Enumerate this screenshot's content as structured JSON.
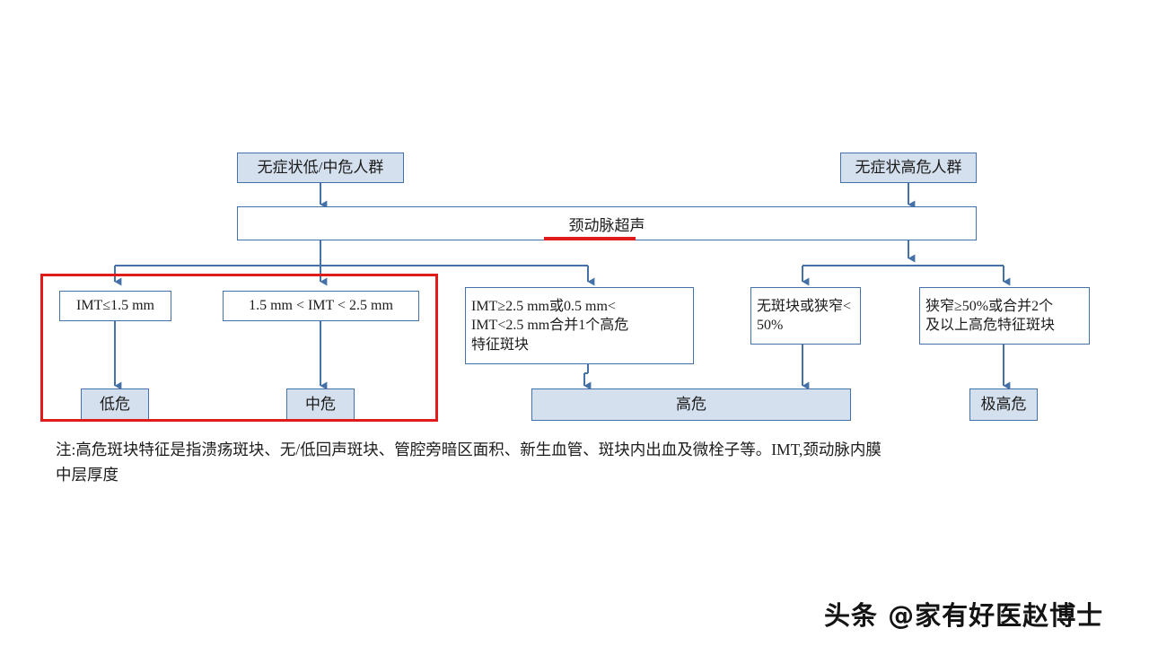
{
  "page": {
    "background_color": "#ffffff",
    "accent_blue": "#4472a8",
    "box_fill": "#d5e0ee",
    "highlight_red": "#e01b1b"
  },
  "flowchart": {
    "title_node_left": "无症状低/中危人群",
    "title_node_right": "无症状高危人群",
    "process_node": "颈动脉超声",
    "criteria": {
      "imt_low": "IMT≤1.5 mm",
      "imt_mid": "1.5 mm < IMT < 2.5 mm",
      "imt_high": "IMT≥2.5 mm或0.5 mm<\nIMT<2.5 mm合并1个高危\n特征斑块",
      "no_plaque": "无斑块或狭窄<\n50%",
      "stenosis_high": "狭窄≥50%或合并2个\n及以上高危特征斑块"
    },
    "outcomes": {
      "low": "低危",
      "medium": "中危",
      "high": "高危",
      "very_high": "极高危"
    }
  },
  "footnote": {
    "line1": "注:高危斑块特征是指溃疡斑块、无/低回声斑块、管腔旁暗区面积、新生血管、斑块内出血及微栓子等。IMT,颈动脉内膜",
    "line2": "中层厚度"
  },
  "watermark": {
    "text": "头条 @家有好医赵博士"
  }
}
